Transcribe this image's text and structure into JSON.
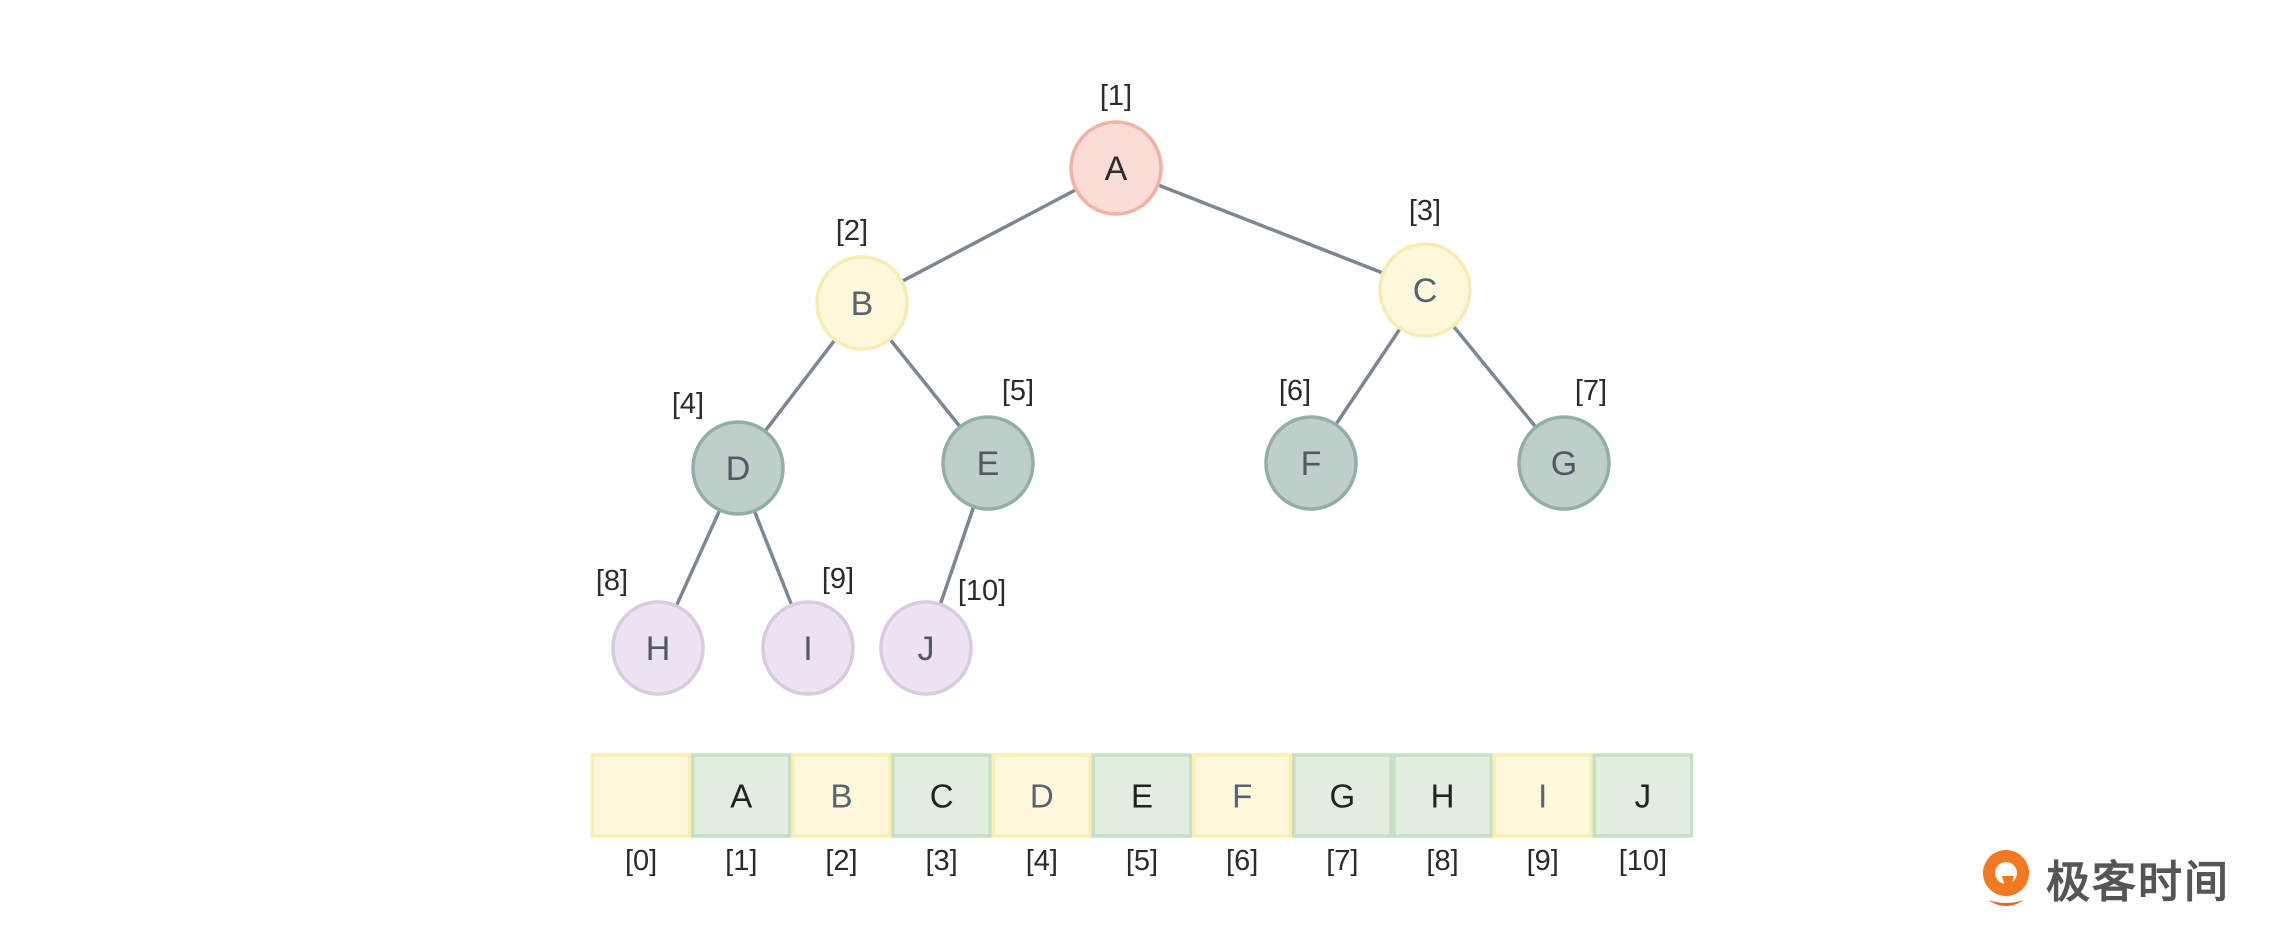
{
  "tree": {
    "nodes": [
      {
        "label": "A",
        "index": "[1]",
        "level_color": "root"
      },
      {
        "label": "B",
        "index": "[2]",
        "level_color": "level2"
      },
      {
        "label": "C",
        "index": "[3]",
        "level_color": "level2"
      },
      {
        "label": "D",
        "index": "[4]",
        "level_color": "level3"
      },
      {
        "label": "E",
        "index": "[5]",
        "level_color": "level3"
      },
      {
        "label": "F",
        "index": "[6]",
        "level_color": "level3"
      },
      {
        "label": "G",
        "index": "[7]",
        "level_color": "level3"
      },
      {
        "label": "H",
        "index": "[8]",
        "level_color": "level4"
      },
      {
        "label": "I",
        "index": "[9]",
        "level_color": "level4"
      },
      {
        "label": "J",
        "index": "[10]",
        "level_color": "level4"
      }
    ],
    "edges": [
      [
        "A",
        "B"
      ],
      [
        "A",
        "C"
      ],
      [
        "B",
        "D"
      ],
      [
        "B",
        "E"
      ],
      [
        "C",
        "F"
      ],
      [
        "C",
        "G"
      ],
      [
        "D",
        "H"
      ],
      [
        "D",
        "I"
      ],
      [
        "E",
        "J"
      ]
    ],
    "colors": {
      "root": {
        "fill": "#f9dcd6",
        "stroke": "#f0b2a3",
        "text": "#2b2b2b"
      },
      "level2": {
        "fill": "#fdf8dc",
        "stroke": "#f9ecb2",
        "text": "#5a6270"
      },
      "level3": {
        "fill": "#bdcecb",
        "stroke": "#93aea9",
        "text": "#4f5a66"
      },
      "level4": {
        "fill": "#ede3f0",
        "stroke": "#dac9e2",
        "text": "#4f5a66"
      },
      "edge": "#7d8794"
    }
  },
  "array": {
    "cells": [
      {
        "value": "",
        "index": "[0]",
        "color": "yellow"
      },
      {
        "value": "A",
        "index": "[1]",
        "color": "green"
      },
      {
        "value": "B",
        "index": "[2]",
        "color": "yellow"
      },
      {
        "value": "C",
        "index": "[3]",
        "color": "green"
      },
      {
        "value": "D",
        "index": "[4]",
        "color": "yellow"
      },
      {
        "value": "E",
        "index": "[5]",
        "color": "green"
      },
      {
        "value": "F",
        "index": "[6]",
        "color": "yellow"
      },
      {
        "value": "G",
        "index": "[7]",
        "color": "green"
      },
      {
        "value": "H",
        "index": "[8]",
        "color": "green"
      },
      {
        "value": "I",
        "index": "[9]",
        "color": "yellow"
      },
      {
        "value": "J",
        "index": "[10]",
        "color": "green"
      }
    ],
    "colors": {
      "yellow": {
        "fill": "#fdf8dc",
        "stroke": "#fbeeb0",
        "text": "#5a6270"
      },
      "green": {
        "fill": "#e2efe0",
        "stroke": "#c5e0c2",
        "text": "#222222"
      }
    }
  },
  "logo": {
    "text": "极客时间",
    "color": "#f06b1c"
  }
}
